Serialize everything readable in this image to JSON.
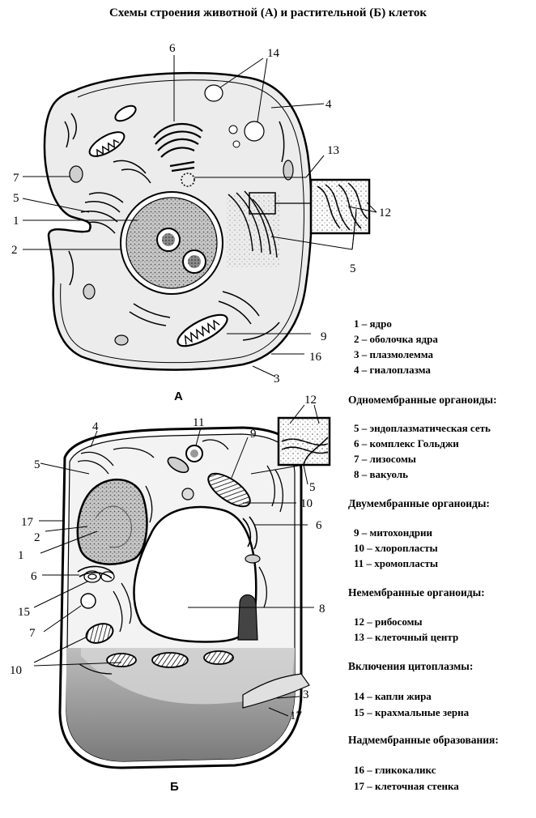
{
  "title": "Схемы строения животной (А) и растительной (Б) клеток",
  "captions": {
    "animal": "А",
    "plant": "Б"
  },
  "animal_labels": [
    "6",
    "14",
    "4",
    "13",
    "7",
    "5",
    "12",
    "1",
    "2",
    "5",
    "9",
    "16",
    "3"
  ],
  "plant_labels": [
    "12",
    "4",
    "11",
    "9",
    "5",
    "5",
    "17",
    "10",
    "2",
    "6",
    "1",
    "6",
    "15",
    "8",
    "7",
    "10",
    "3",
    "17"
  ],
  "legend": {
    "basic": [
      "1 – ядро",
      "2 – оболочка ядра",
      "3 – плазмолемма",
      "4 – гиалоплазма"
    ],
    "groups": [
      {
        "heading": "Одномембранные органоиды:",
        "items": [
          "5 – эндоплазматическая сеть",
          "6 – комплекс Гольджи",
          "7 – лизосомы",
          "8 – вакуоль"
        ]
      },
      {
        "heading": "Двумембранные органоиды:",
        "items": [
          "9 – митохондрии",
          "10 – хлоропласты",
          "11 – хромопласты"
        ]
      },
      {
        "heading": "Немембранные органоиды:",
        "items": [
          "12 – рибосомы",
          "13 – клеточный центр"
        ]
      },
      {
        "heading": "Включения цитоплазмы:",
        "items": [
          "14 – капли жира",
          "15 – крахмальные зерна"
        ]
      },
      {
        "heading": "Надмембранные образования:",
        "items": [
          "16 – гликокаликс",
          "17 – клеточная стенка"
        ]
      }
    ]
  }
}
